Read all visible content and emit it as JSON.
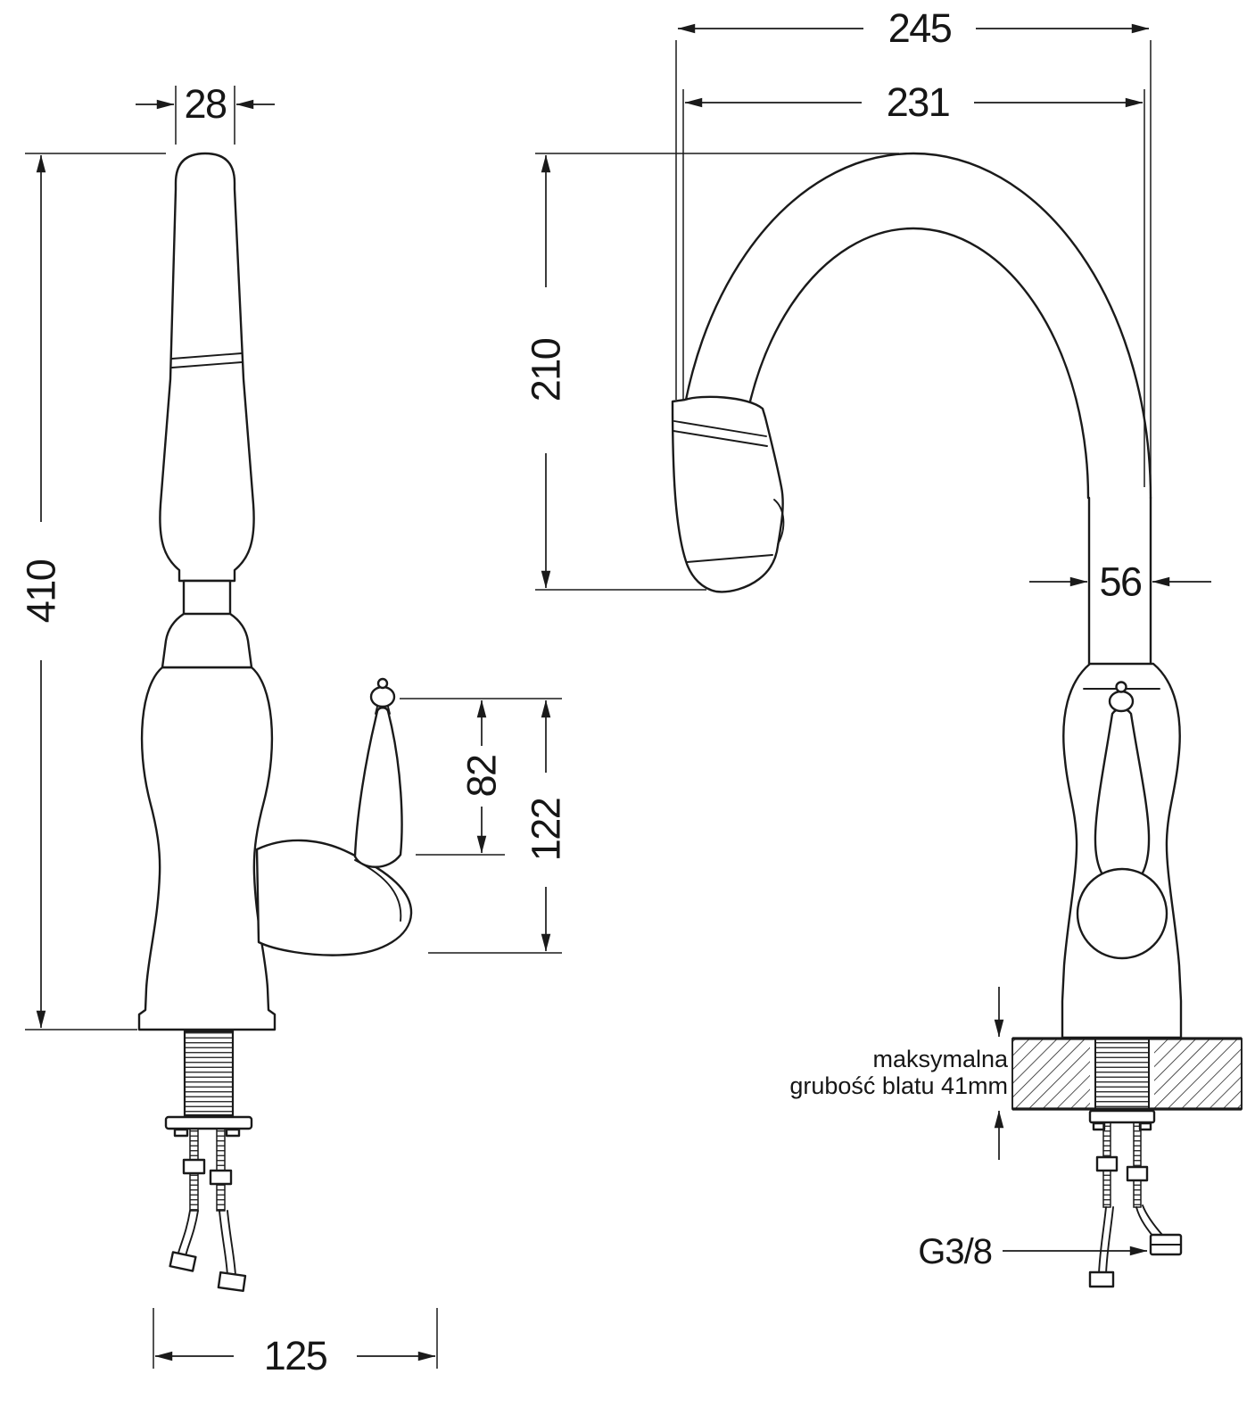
{
  "colors": {
    "ink": "#1a1a1a",
    "background": "#ffffff"
  },
  "side_view": {
    "dim_spout_width": "28",
    "dim_total_height": "410",
    "dim_handle_height": "82",
    "dim_head_height": "122",
    "dim_base_reach": "125"
  },
  "front_view": {
    "dim_overall_width": "245",
    "dim_spout_reach": "231",
    "dim_spout_height": "210",
    "dim_column_width": "56",
    "note_line1": "maksymalna",
    "note_line2": "grubość blatu 41mm",
    "thread_label": "G3/8"
  }
}
